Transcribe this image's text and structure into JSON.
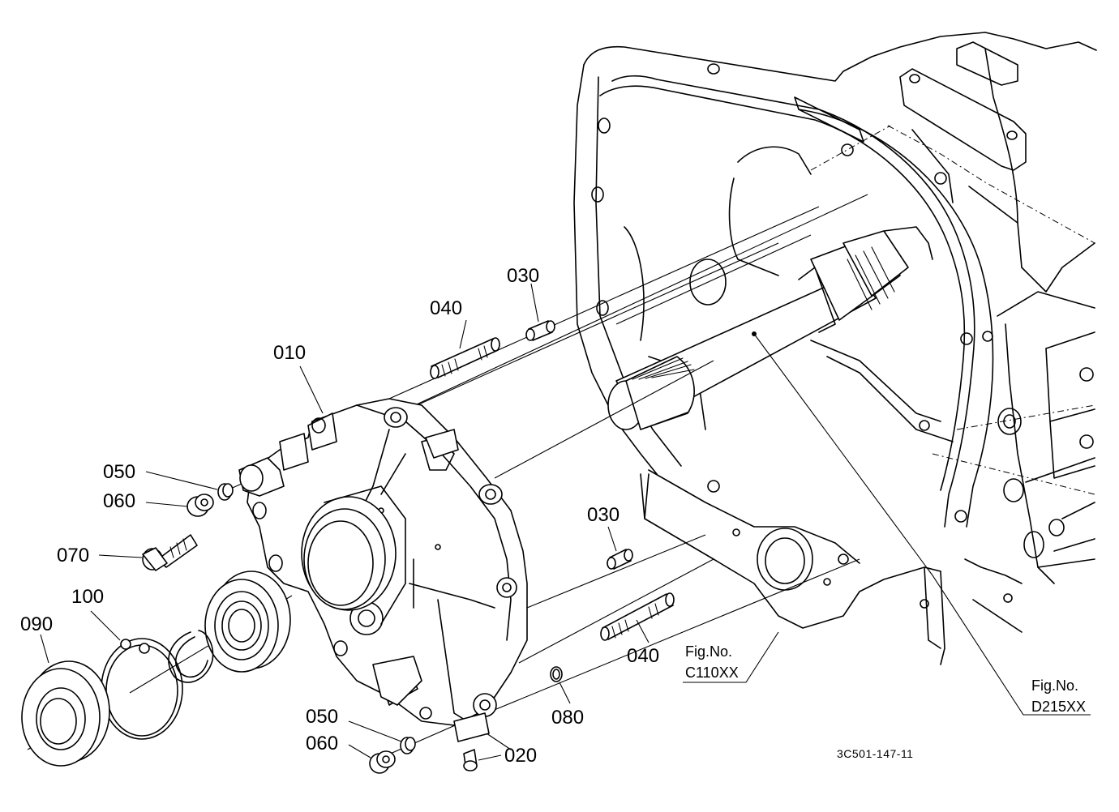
{
  "labels": {
    "p010": "010",
    "p020": "020",
    "p030_top": "030",
    "p030_mid": "030",
    "p040_top": "040",
    "p040_bottom": "040",
    "p050_top": "050",
    "p050_bottom": "050",
    "p060_top": "060",
    "p060_bottom": "060",
    "p070": "070",
    "p080": "080",
    "p090": "090",
    "p100": "100"
  },
  "references": {
    "c110_title": "Fig.No.",
    "c110_code": "C110XX",
    "d215_title": "Fig.No.",
    "d215_code": "D215XX"
  },
  "drawing_code": "3C501-147-11"
}
